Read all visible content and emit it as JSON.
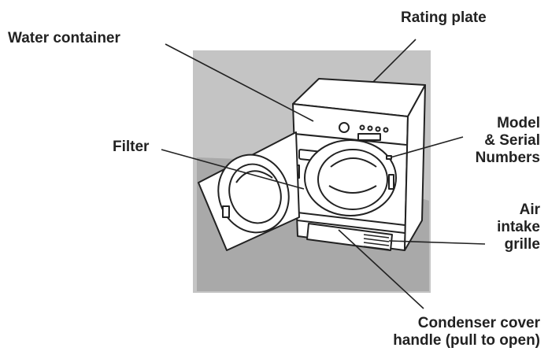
{
  "labels": {
    "rating_plate": "Rating plate",
    "water_container": "Water container",
    "filter": "Filter",
    "model_serial": [
      "Model",
      "& Serial",
      "Numbers"
    ],
    "air_intake": [
      "Air",
      "intake",
      "grille"
    ],
    "condenser": [
      "Condenser cover",
      "handle (pull to open)"
    ]
  },
  "colors": {
    "background_panel": "#c4c4c4",
    "floor": "#a9a9a9",
    "appliance_fill": "#ffffff",
    "line": "#222222"
  }
}
